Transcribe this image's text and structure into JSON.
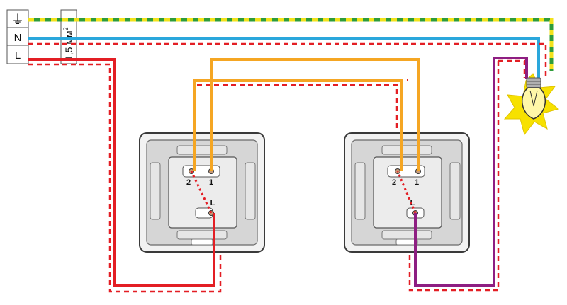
{
  "legend": {
    "earth_symbol": "⏚",
    "neutral_label": "N",
    "line_label": "L",
    "cross_section": "1,5 мм",
    "cross_section_sup": "2"
  },
  "switches": [
    {
      "terminal_2": "2",
      "terminal_1": "1",
      "terminal_L": "L"
    },
    {
      "terminal_2": "2",
      "terminal_1": "1",
      "terminal_L": "L"
    }
  ],
  "icons": {
    "lamp": "light-bulb-icon",
    "earth": "earth-icon"
  },
  "colors": {
    "earth_green": "#2e9c3a",
    "earth_yellow": "#f2e21b",
    "neutral": "#2aa7dc",
    "phase": "#e31e24",
    "traveler": "#f5a623",
    "lamp_wire": "#8e1e82",
    "cable_outline": "#e31e24",
    "lamp_glow": "#f7e100",
    "switch_frame": "#d8d8d8"
  }
}
